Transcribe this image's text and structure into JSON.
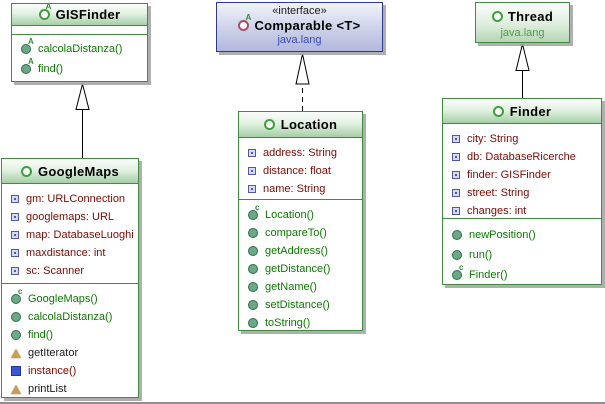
{
  "diagram_title": "UML class diagram",
  "colors": {
    "class_border": "#3f8e3f",
    "interface_border": "#2c3a8c",
    "field_text": "#7c0a02",
    "method_text": "#0c7a00",
    "package_green": "#4f9b4f",
    "package_blue": "#3948bf",
    "shadow": "#9b9b9b"
  },
  "icons": {
    "class-icon": "green ring circle",
    "abstract-class-icon": "green ring circle with A badge",
    "interface-icon": "maroon ring circle with A badge",
    "field-icon": "small violet square",
    "method-icon": "filled teal-green circle",
    "constructor-icon": "teal-green circle with c badge",
    "abstract-method-icon": "teal-green circle with A badge",
    "unresolved-icon": "tan triangle",
    "static-method-icon": "blue filled square"
  },
  "classes": {
    "gisfinder": {
      "name": "GISFinder",
      "abstract_badge": "A",
      "methods": [
        "calcolaDistanza()",
        "find()"
      ]
    },
    "comparable": {
      "stereotype": "«interface»",
      "name": "Comparable <T>",
      "package": "java.lang",
      "abstract_badge": "A"
    },
    "thread": {
      "name": "Thread",
      "package": "java.lang"
    },
    "googlemaps": {
      "name": "GoogleMaps",
      "fields": [
        "gm: URLConnection",
        "googlemaps: URL",
        "map: DatabaseLuoghi",
        "maxdistance: int",
        "sc: Scanner"
      ],
      "methods": [
        "GoogleMaps()",
        "calcolaDistanza()",
        "find()",
        "getIterator",
        "instance()",
        "printList"
      ],
      "ctor_badge": "c"
    },
    "location": {
      "name": "Location",
      "fields": [
        "address: String",
        "distance: float",
        "name: String"
      ],
      "methods": [
        "Location()",
        "compareTo()",
        "getAddress()",
        "getDistance()",
        "getName()",
        "setDistance()",
        "toString()"
      ],
      "ctor_badge": "c"
    },
    "finder": {
      "name": "Finder",
      "fields": [
        "city: String",
        "db: DatabaseRicerche",
        "finder: GISFinder",
        "street: String",
        "changes: int"
      ],
      "methods": [
        "newPosition()",
        "run()",
        "Finder()"
      ],
      "ctor_badge": "c"
    }
  },
  "relationships": [
    {
      "from": "GoogleMaps",
      "to": "GISFinder",
      "type": "extends"
    },
    {
      "from": "Location",
      "to": "Comparable",
      "type": "implements"
    },
    {
      "from": "Finder",
      "to": "Thread",
      "type": "extends"
    }
  ]
}
